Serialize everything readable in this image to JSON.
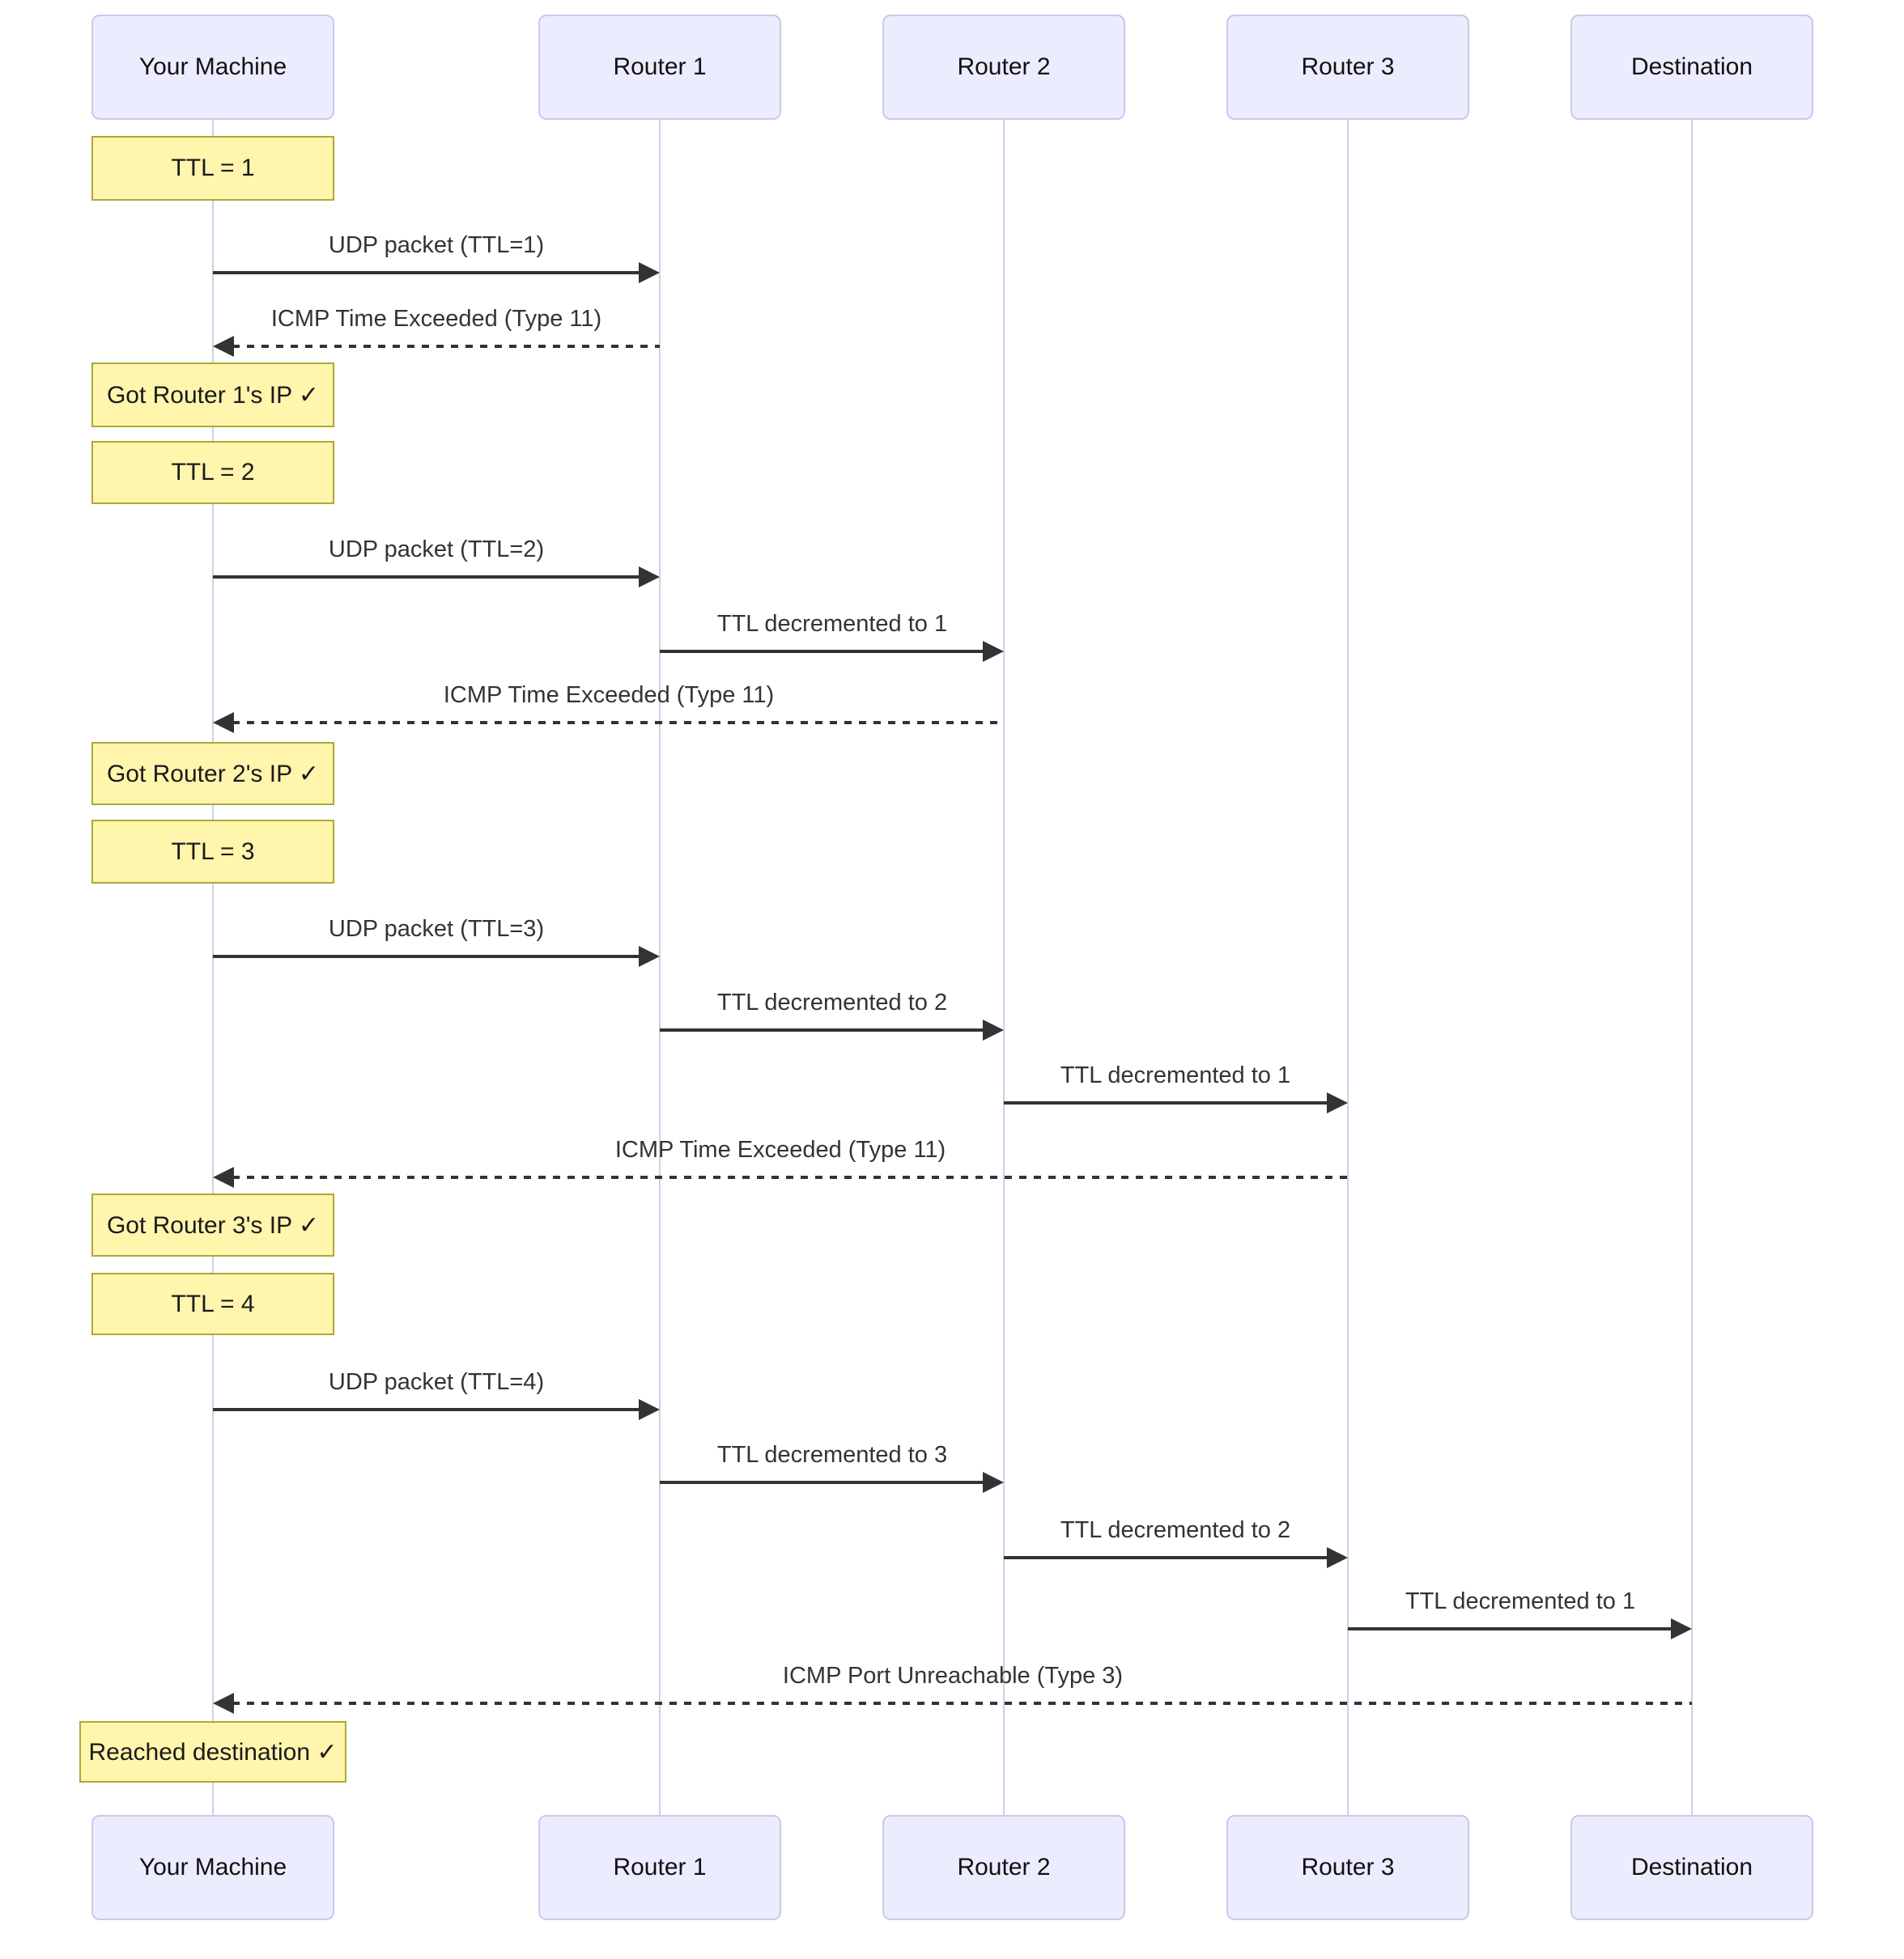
{
  "diagram": {
    "type": "sequence",
    "actors": [
      {
        "label": "Your Machine"
      },
      {
        "label": "Router 1"
      },
      {
        "label": "Router 2"
      },
      {
        "label": "Router 3"
      },
      {
        "label": "Destination"
      }
    ],
    "notes": [
      {
        "text": "TTL = 1",
        "over": "Your Machine"
      },
      {
        "text": "Got Router 1's IP ✓",
        "over": "Your Machine"
      },
      {
        "text": "TTL = 2",
        "over": "Your Machine"
      },
      {
        "text": "Got Router 2's IP ✓",
        "over": "Your Machine"
      },
      {
        "text": "TTL = 3",
        "over": "Your Machine"
      },
      {
        "text": "Got Router 3's IP ✓",
        "over": "Your Machine"
      },
      {
        "text": "TTL = 4",
        "over": "Your Machine"
      },
      {
        "text": "Reached destination ✓",
        "over": "Your Machine"
      }
    ],
    "messages": [
      {
        "text": "UDP packet (TTL=1)",
        "from": "Your Machine",
        "to": "Router 1",
        "style": "solid"
      },
      {
        "text": "ICMP Time Exceeded (Type 11)",
        "from": "Router 1",
        "to": "Your Machine",
        "style": "dashed"
      },
      {
        "text": "UDP packet (TTL=2)",
        "from": "Your Machine",
        "to": "Router 1",
        "style": "solid"
      },
      {
        "text": "TTL decremented to 1",
        "from": "Router 1",
        "to": "Router 2",
        "style": "solid"
      },
      {
        "text": "ICMP Time Exceeded (Type 11)",
        "from": "Router 2",
        "to": "Your Machine",
        "style": "dashed"
      },
      {
        "text": "UDP packet (TTL=3)",
        "from": "Your Machine",
        "to": "Router 1",
        "style": "solid"
      },
      {
        "text": "TTL decremented to 2",
        "from": "Router 1",
        "to": "Router 2",
        "style": "solid"
      },
      {
        "text": "TTL decremented to 1",
        "from": "Router 2",
        "to": "Router 3",
        "style": "solid"
      },
      {
        "text": "ICMP Time Exceeded (Type 11)",
        "from": "Router 3",
        "to": "Your Machine",
        "style": "dashed"
      },
      {
        "text": "UDP packet (TTL=4)",
        "from": "Your Machine",
        "to": "Router 1",
        "style": "solid"
      },
      {
        "text": "TTL decremented to 3",
        "from": "Router 1",
        "to": "Router 2",
        "style": "solid"
      },
      {
        "text": "TTL decremented to 2",
        "from": "Router 2",
        "to": "Router 3",
        "style": "solid"
      },
      {
        "text": "TTL decremented to 1",
        "from": "Router 3",
        "to": "Destination",
        "style": "solid"
      },
      {
        "text": "ICMP Port Unreachable (Type 3)",
        "from": "Destination",
        "to": "Your Machine",
        "style": "dashed"
      }
    ],
    "colors": {
      "actor_fill": "#ECECFF",
      "actor_border": "#c9c9ea",
      "note_fill": "#FFF5AD",
      "note_border": "#AAAA33",
      "lifeline": "#cfcfe8",
      "message": "#333333",
      "background": "#ffffff"
    }
  }
}
